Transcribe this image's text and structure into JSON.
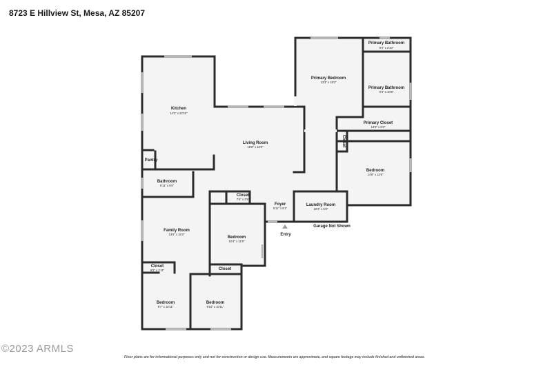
{
  "address": "8723 E Hillview St, Mesa, AZ 85207",
  "rooms": {
    "kitchen": {
      "name": "Kitchen",
      "dim": "14'3\" x 22'10\""
    },
    "pantry": {
      "name": "Pantry"
    },
    "living_room": {
      "name": "Living Room",
      "dim": "18'6\" x 16'9\""
    },
    "bathroom": {
      "name": "Bathroom",
      "dim": "9'11\" x 5'0\""
    },
    "family_room": {
      "name": "Family Room",
      "dim": "13'6\" x 15'3\""
    },
    "closet_center": {
      "name": "Closet",
      "dim": "7'4\" x 2'5\""
    },
    "bedroom_center": {
      "name": "Bedroom",
      "dim": "10'4\" x 11'9\""
    },
    "closet_left": {
      "name": "Closet",
      "dim": "6'2\" x 1'11\""
    },
    "closet_bottom": {
      "name": "Closet"
    },
    "bedroom_bl": {
      "name": "Bedroom",
      "dim": "9'7\" x 10'11\""
    },
    "bedroom_bc": {
      "name": "Bedroom",
      "dim": "9'10\" x 10'11\""
    },
    "foyer": {
      "name": "Foyer",
      "dim": "5'11\" x 6'1\""
    },
    "laundry": {
      "name": "Laundry Room",
      "dim": "10'3\" x 5'8\""
    },
    "primary_bedroom": {
      "name": "Primary Bedroom",
      "dim": "13'3\" x 18'3\""
    },
    "primary_bath_top": {
      "name": "Primary Bathroom",
      "dim": "9'4\" x 2'10\""
    },
    "primary_bath": {
      "name": "Primary Bathroom",
      "dim": "9'4\" x 10'8\""
    },
    "primary_closet": {
      "name": "Primary Closet",
      "dim": "14'6\" x 6'4\""
    },
    "closet_vertical": {
      "name": "Closet"
    },
    "bedroom_right": {
      "name": "Bedroom",
      "dim": "14'6\" x 12'6\""
    }
  },
  "labels": {
    "entry": "Entry",
    "garage": "Garage Not Shown"
  },
  "watermark": "©2023 ARMLS",
  "disclaimer": "Floor plans are for informational purposes only and not for construction or design use. Measurements are approximate, and square footage may include finished and unfinished areas."
}
